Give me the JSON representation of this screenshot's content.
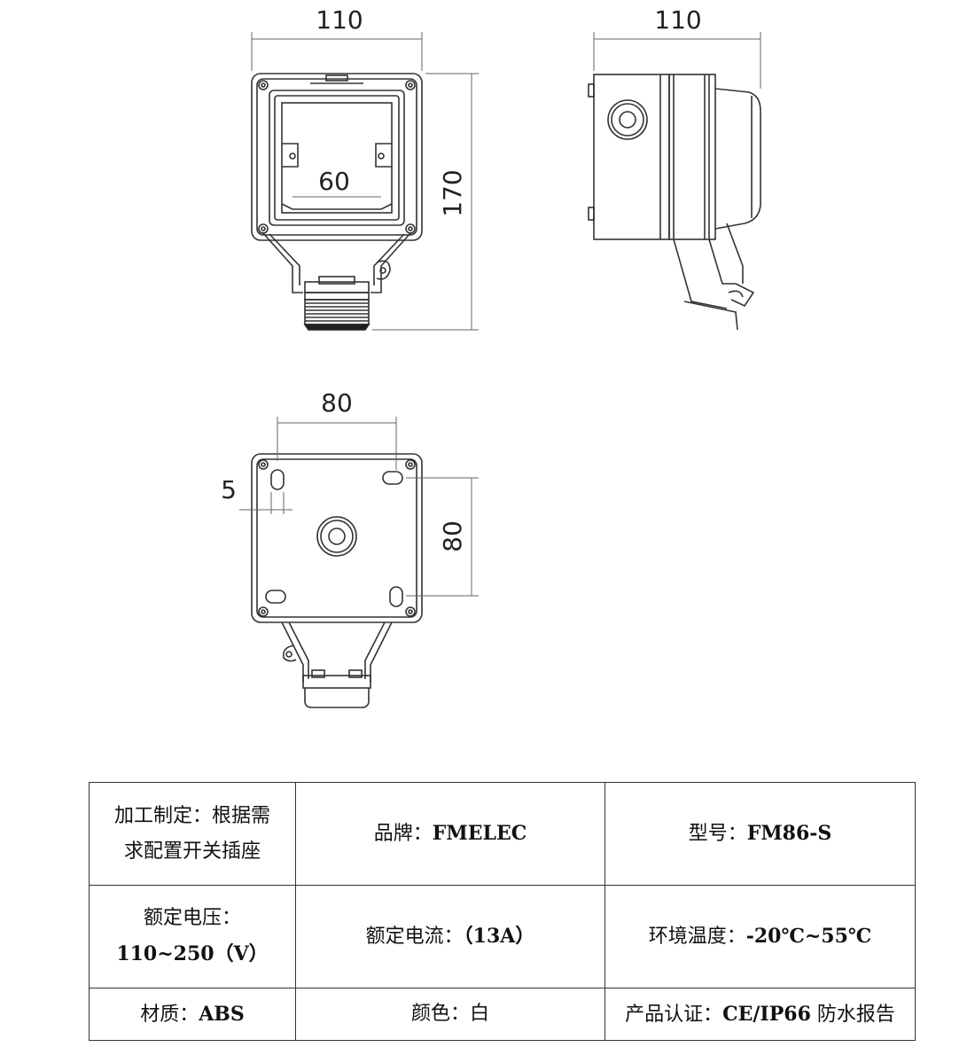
{
  "dimensions": {
    "front_width": "110",
    "side_width": "110",
    "front_height": "170",
    "inner_width": "60",
    "back_width": "80",
    "back_height": "80",
    "slot_offset": "5"
  },
  "specs": {
    "custom_label": "加工制定：根据需",
    "custom_label2": "求配置开关插座",
    "brand_label": "品牌：",
    "brand_value": "FMELEC",
    "model_label": "型号：",
    "model_value": "FM86-S",
    "voltage_label": "额定电压：",
    "voltage_value": "110~250",
    "voltage_unit": "（V）",
    "current_label": "额定电流：",
    "current_value": "（13A）",
    "temp_label": "环境温度：",
    "temp_value": "-20℃~55℃",
    "material_label": "材质：",
    "material_value": "ABS",
    "color_label": "颜色：",
    "color_value": "白",
    "cert_label": "产品认证：",
    "cert_value": "CE/IP66",
    "cert_suffix": "防水报告"
  },
  "colors": {
    "line": "#333333",
    "dim_line": "#666666"
  }
}
